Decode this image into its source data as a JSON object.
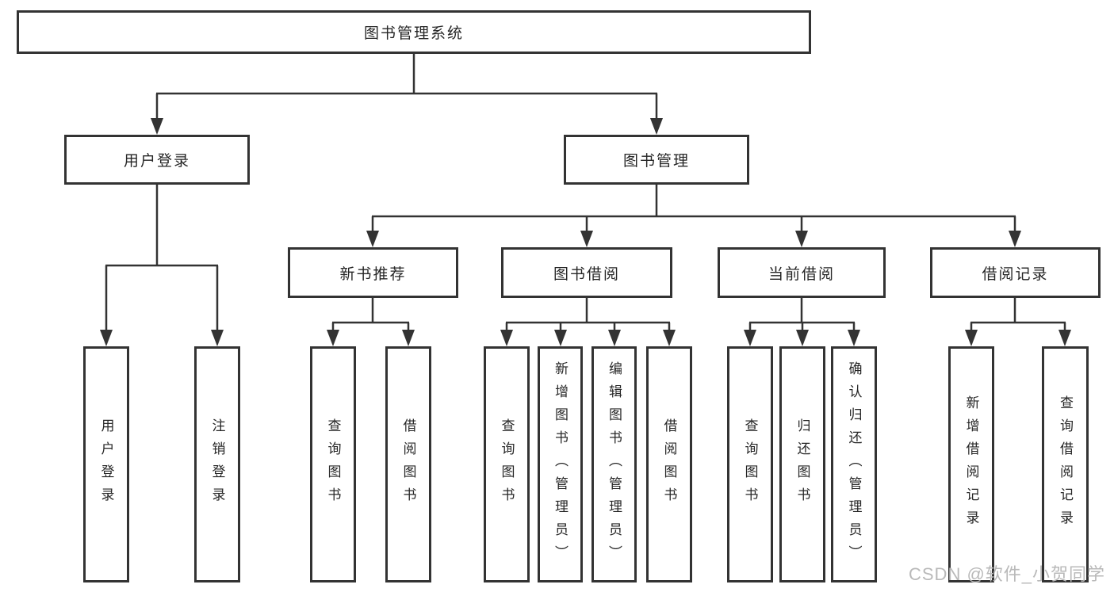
{
  "diagram": {
    "title": "图书管理系统",
    "tree": {
      "id": "root",
      "label": "图书管理系统",
      "children": [
        {
          "id": "user-login",
          "label": "用户登录",
          "children": [
            {
              "id": "leaf-user-login",
              "label": "用户登录"
            },
            {
              "id": "leaf-logout",
              "label": "注销登录"
            }
          ]
        },
        {
          "id": "book-mgmt",
          "label": "图书管理",
          "children": [
            {
              "id": "new-book-rec",
              "label": "新书推荐",
              "children": [
                {
                  "id": "leaf-query-book-1",
                  "label": "查询图书"
                },
                {
                  "id": "leaf-borrow-book-1",
                  "label": "借阅图书"
                }
              ]
            },
            {
              "id": "book-borrow",
              "label": "图书借阅",
              "children": [
                {
                  "id": "leaf-query-book-2",
                  "label": "查询图书"
                },
                {
                  "id": "leaf-add-book",
                  "label": "新增图书（管理员）"
                },
                {
                  "id": "leaf-edit-book",
                  "label": "编辑图书（管理员）"
                },
                {
                  "id": "leaf-borrow-book-2",
                  "label": "借阅图书"
                }
              ]
            },
            {
              "id": "current-borrow",
              "label": "当前借阅",
              "children": [
                {
                  "id": "leaf-query-book-3",
                  "label": "查询图书"
                },
                {
                  "id": "leaf-return-book",
                  "label": "归还图书"
                },
                {
                  "id": "leaf-confirm-return",
                  "label": "确认归还（管理员）"
                }
              ]
            },
            {
              "id": "borrow-records",
              "label": "借阅记录",
              "children": [
                {
                  "id": "leaf-add-borrow-record",
                  "label": "新增借阅记录"
                },
                {
                  "id": "leaf-query-borrow-record",
                  "label": "查询借阅记录"
                }
              ]
            }
          ]
        }
      ]
    }
  },
  "watermark": "CSDN @软件_小贺同学",
  "colors": {
    "line": "#333333",
    "box_border": "#2f2f2f",
    "text": "#262626",
    "watermark": "#b9b9b9",
    "background": "#ffffff"
  }
}
